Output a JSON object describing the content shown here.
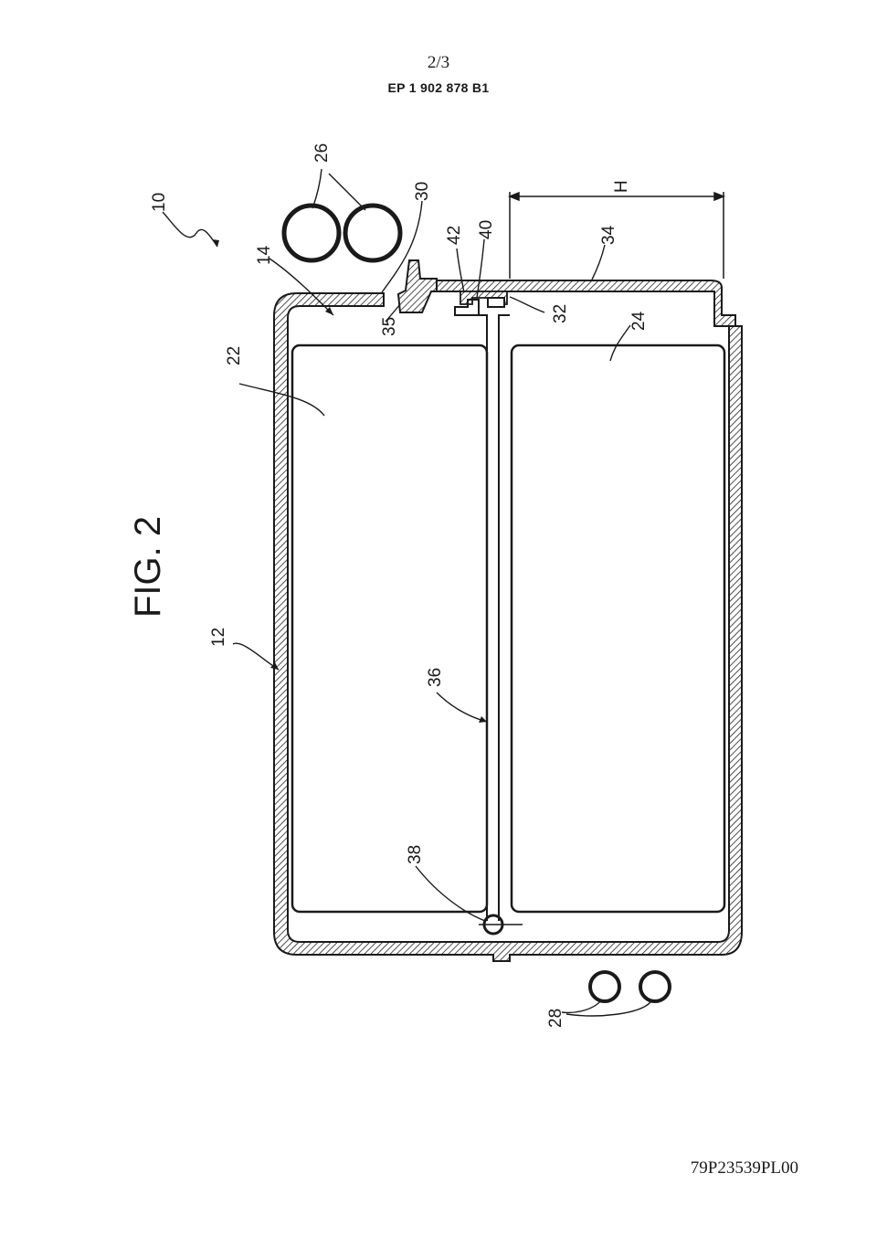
{
  "header": {
    "page": "2/3",
    "publication": "EP 1 902 878 B1"
  },
  "figure": {
    "title": "FIG. 2",
    "labels": {
      "l10": "10",
      "l12": "12",
      "l14": "14",
      "l22": "22",
      "l24": "24",
      "l26": "26",
      "l28": "28",
      "l30": "30",
      "l32": "32",
      "l34": "34",
      "l35": "35",
      "l36": "36",
      "l38": "38",
      "l40": "40",
      "l42": "42",
      "lH": "H"
    }
  },
  "footer": {
    "code": "79P23539PL00"
  }
}
